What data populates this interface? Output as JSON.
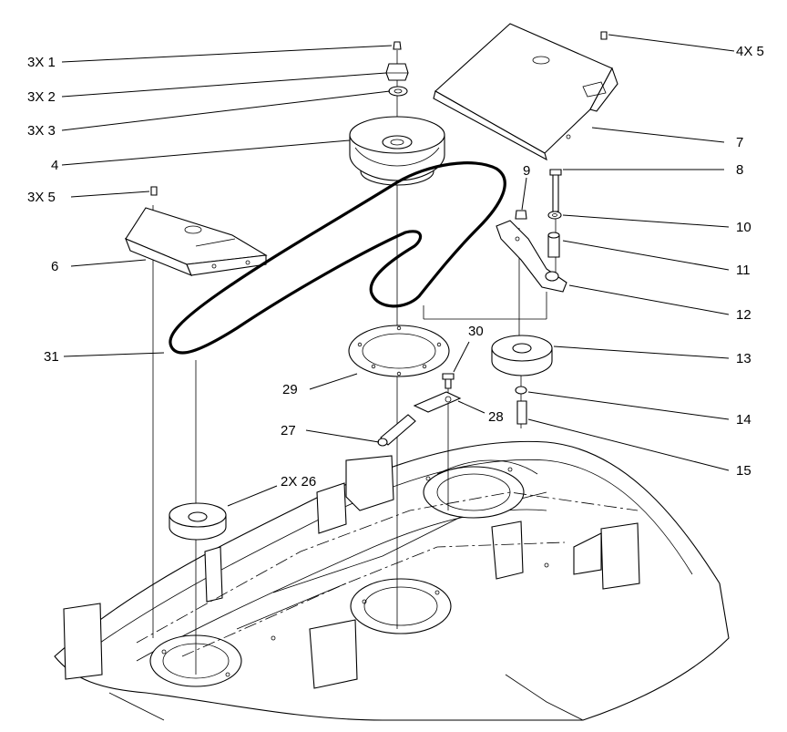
{
  "callouts": {
    "c1": "3X 1",
    "c2": "3X 2",
    "c3": "3X 3",
    "c4": "4",
    "c5": "3X 5",
    "c6": "6",
    "c31": "31",
    "c4x5": "4X 5",
    "c7": "7",
    "c8": "8",
    "c9": "9",
    "c10": "10",
    "c11": "11",
    "c12": "12",
    "c13": "13",
    "c14": "14",
    "c15": "15",
    "c29": "29",
    "c30": "30",
    "c28": "28",
    "c27": "27",
    "c26": "2X 26"
  }
}
